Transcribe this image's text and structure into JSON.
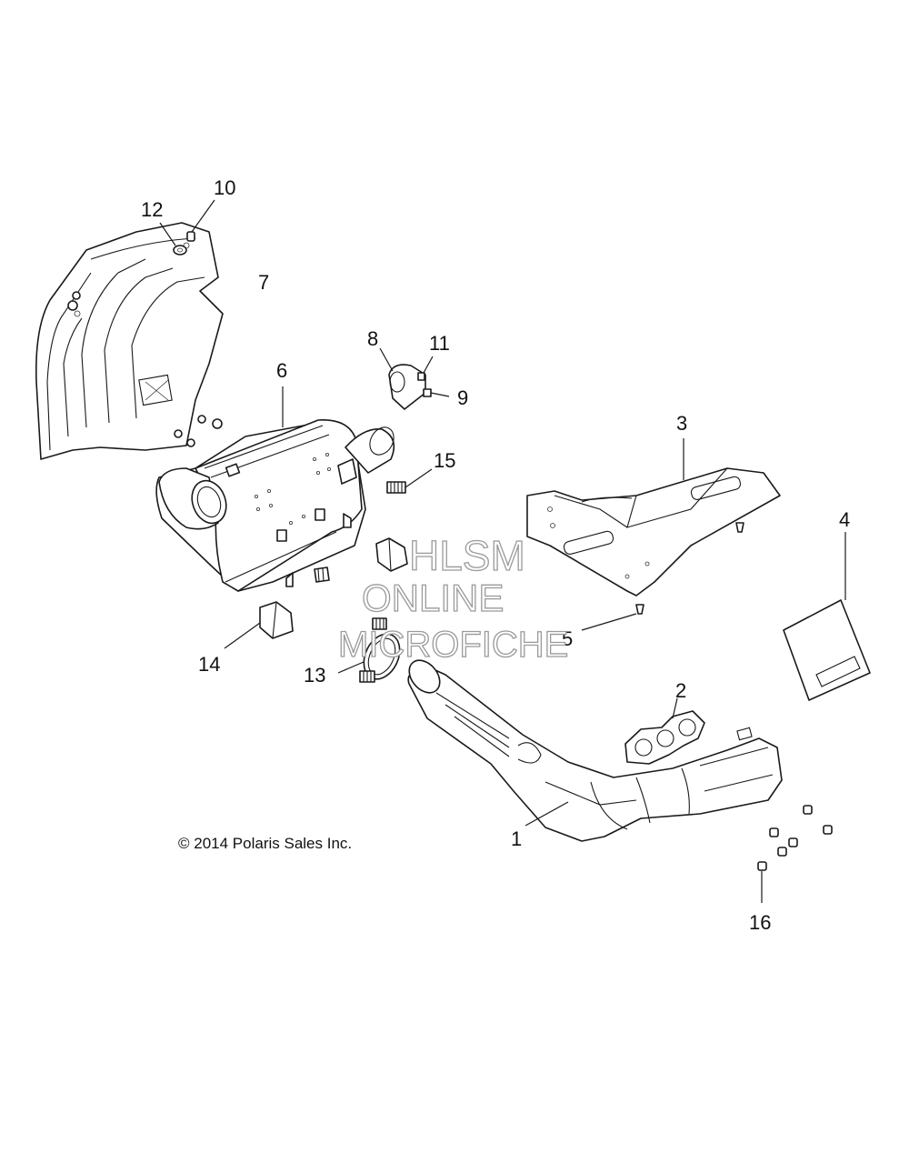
{
  "copyright": "© 2014 Polaris Sales Inc.",
  "watermark": {
    "line1": "HLSM",
    "line2": "ONLINE",
    "line3": "MICROFICHE"
  },
  "callouts": {
    "c1": "1",
    "c2": "2",
    "c3": "3",
    "c4": "4",
    "c5": "5",
    "c6": "6",
    "c7": "7",
    "c8": "8",
    "c9": "9",
    "c10": "10",
    "c11": "11",
    "c12": "12",
    "c13": "13",
    "c14": "14",
    "c15": "15",
    "c16": "16"
  }
}
